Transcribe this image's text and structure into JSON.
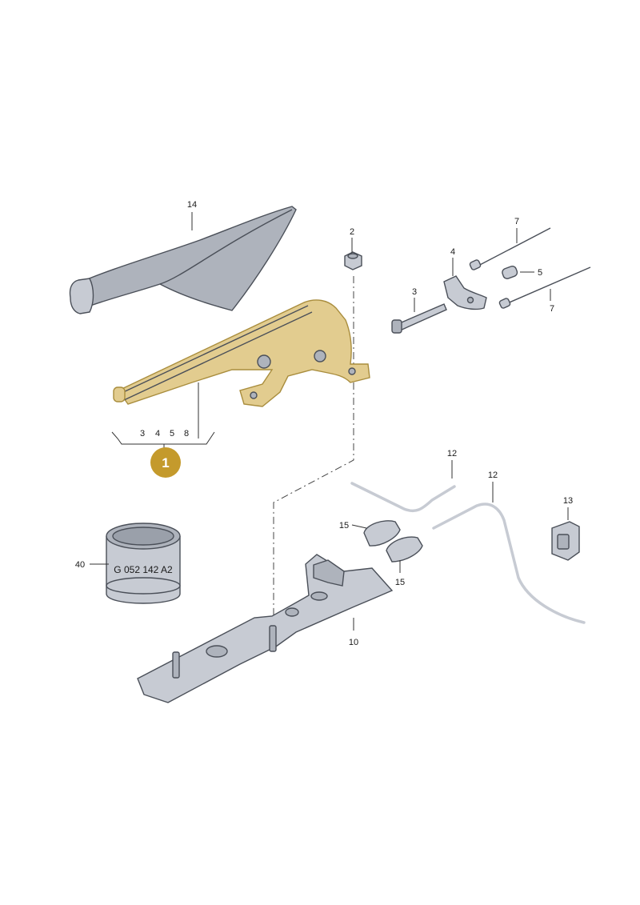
{
  "callouts": {
    "c14": "14",
    "c2": "2",
    "c7a": "7",
    "c4": "4",
    "c3": "3",
    "c5": "5",
    "c7b": "7",
    "assembly_group": [
      "3",
      "4",
      "5",
      "8"
    ],
    "c1": "1",
    "c12a": "12",
    "c12b": "12",
    "c13": "13",
    "c15a": "15",
    "c15b": "15",
    "c40": "40",
    "c10": "10"
  },
  "part_number": "G 052 142 A2",
  "colors": {
    "highlight": "#e2cc8f",
    "badge": "#c49a2c",
    "part": "#c7cbd3"
  }
}
